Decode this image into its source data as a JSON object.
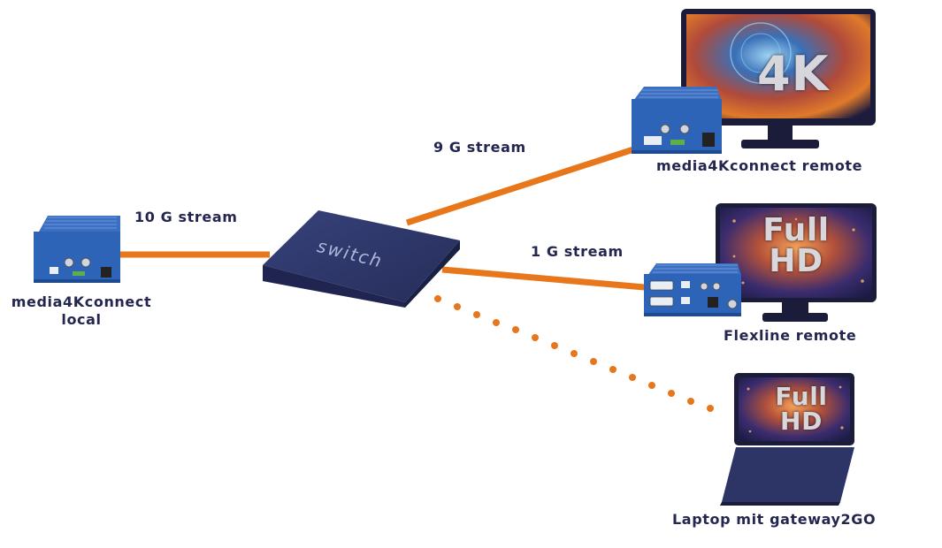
{
  "links": {
    "local_to_switch": "10 G stream",
    "switch_to_media_remote": "9 G stream",
    "switch_to_flexline": "1 G stream"
  },
  "devices": {
    "switch": "switch",
    "local": "media4Kconnect\nlocal",
    "media_remote": "media4Kconnect remote",
    "flexline": "Flexline remote",
    "laptop": "Laptop mit gateway2GO"
  },
  "screens": {
    "monitor_4k": "4K",
    "monitor_fullhd_line1": "Full",
    "monitor_fullhd_line2": "HD",
    "laptop_line1": "Full",
    "laptop_line2": "HD"
  },
  "colors": {
    "link": "#e8761a",
    "device_blue": "#2e64b8",
    "switch_navy": "#2c3566",
    "text": "#23264f"
  }
}
